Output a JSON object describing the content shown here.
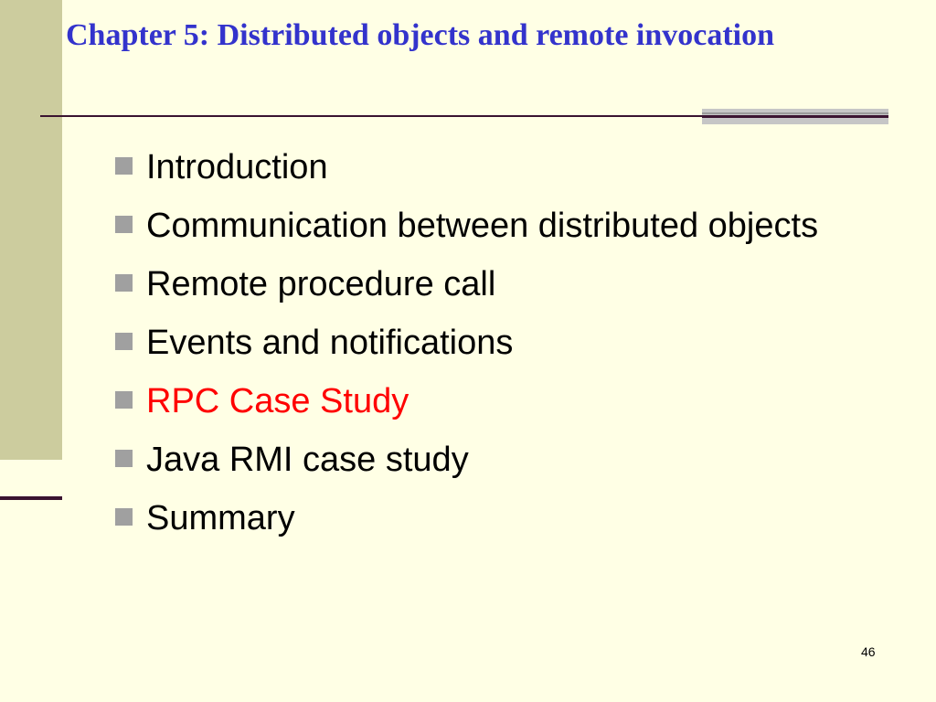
{
  "slide": {
    "title": "Chapter 5: Distributed objects and remote invocation",
    "page_number": "46",
    "bullets": [
      {
        "text": "Introduction"
      },
      {
        "text": "Communication between distributed objects"
      },
      {
        "text": "Remote procedure call"
      },
      {
        "text": "Events and notifications"
      },
      {
        "text": "RPC Case Study"
      },
      {
        "text": "Java RMI case study"
      },
      {
        "text": "Summary"
      }
    ]
  },
  "colors": {
    "background": "#FFFFE5",
    "sidebar": "#CCCC9E",
    "title": "#3333CC",
    "rule": "#3A1330",
    "bullet_marker": "#A0A0A0",
    "highlight_text": "#FF0000"
  }
}
